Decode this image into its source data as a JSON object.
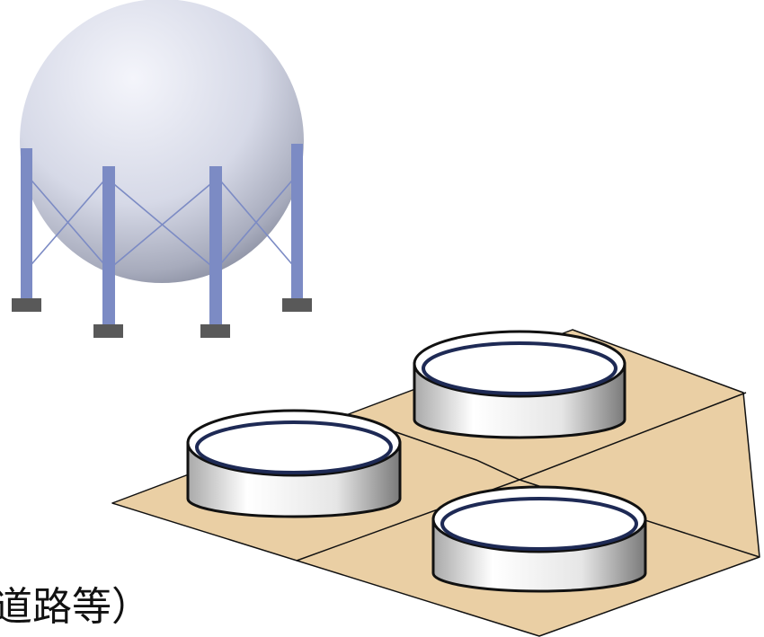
{
  "caption": "道路等）",
  "colors": {
    "ground": "#EACFA4",
    "leg": "#7C8BC4",
    "foot": "#595959",
    "sphere_light": "#F4F5FB",
    "sphere_dark": "#7E8396",
    "tank_wall_light": "#FFFFFF",
    "tank_wall_dark": "#7A7A7A",
    "outline": "#111111"
  },
  "icons": [
    "spherical-gas-tank",
    "cylindrical-storage-tank"
  ]
}
